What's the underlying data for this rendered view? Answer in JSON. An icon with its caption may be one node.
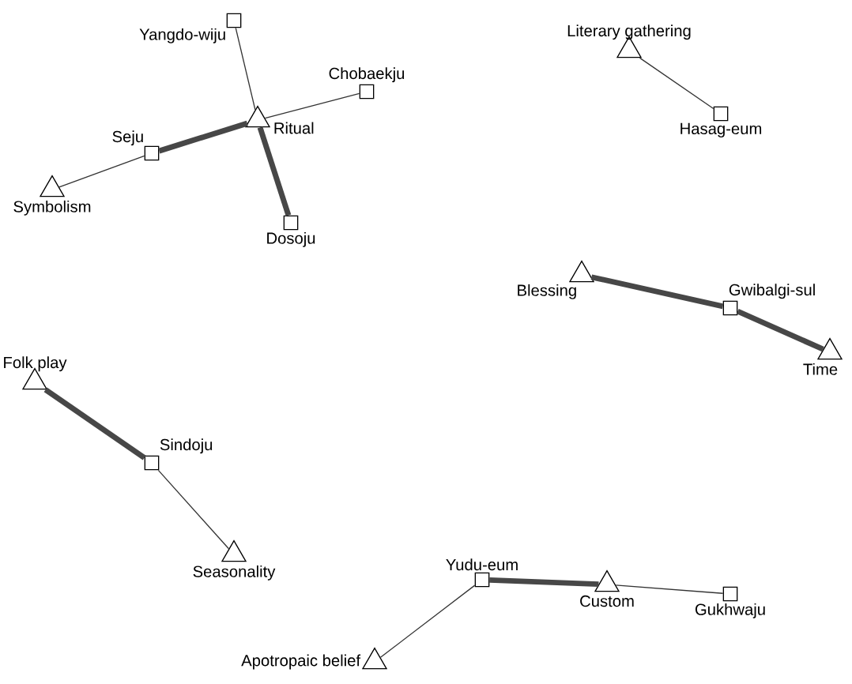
{
  "diagram": {
    "nodes": [
      {
        "text": [],
        "shape": "box",
        "beside": [
          "Yangdo-wiju"
        ]
      },
      {
        "text": [],
        "shape": "triangle",
        "beside": [
          "Ritual"
        ]
      },
      {
        "text": [],
        "shape": "box",
        "beside": [
          "Chobaekju"
        ]
      },
      {
        "text": [],
        "shape": "box",
        "beside": [
          "Seju"
        ]
      },
      {
        "text": [],
        "shape": "triangle",
        "beside": [
          "Symbolism"
        ]
      },
      {
        "text": [],
        "shape": "box",
        "beside": [
          "Dosoju"
        ]
      },
      {
        "text": [],
        "shape": "triangle",
        "beside": [
          "Literary gathering"
        ]
      },
      {
        "text": [],
        "shape": "box",
        "beside": [
          "Hasag-eum"
        ]
      },
      {
        "text": [],
        "shape": "triangle",
        "beside": [
          "Blessing"
        ]
      },
      {
        "text": [],
        "shape": "box",
        "beside": [
          "Gwibalgi-sul"
        ]
      },
      {
        "text": [],
        "shape": "triangle",
        "beside": [
          "Time"
        ]
      },
      {
        "text": [],
        "shape": "triangle",
        "beside": [
          "Folk play"
        ]
      },
      {
        "text": [],
        "shape": "box",
        "beside": [
          "Sindoju"
        ]
      },
      {
        "text": [],
        "shape": "triangle",
        "beside": [
          "Seasonality"
        ]
      },
      {
        "text": [],
        "shape": "box",
        "beside": [
          "Yudu-eum"
        ]
      },
      {
        "text": [],
        "shape": "triangle",
        "beside": [
          "Custom"
        ]
      },
      {
        "text": [],
        "shape": "box",
        "beside": [
          "Gukhwaju"
        ]
      },
      {
        "text": [],
        "shape": "triangle",
        "beside": [
          "Apotropaic belief"
        ]
      }
    ],
    "edges": [
      {
        "from": 0,
        "to": 1,
        "arrow": "none"
      },
      {
        "from": 1,
        "to": 2,
        "arrow": "none"
      },
      {
        "from": 3,
        "to": 1,
        "arrow": "none",
        "style": "thick"
      },
      {
        "from": 4,
        "to": 3,
        "arrow": "none"
      },
      {
        "from": 1,
        "to": 5,
        "arrow": "none",
        "style": "thick"
      },
      {
        "from": 6,
        "to": 7,
        "arrow": "none"
      },
      {
        "from": 8,
        "to": 9,
        "arrow": "none",
        "style": "thick"
      },
      {
        "from": 9,
        "to": 10,
        "arrow": "none",
        "style": "thick"
      },
      {
        "from": 11,
        "to": 12,
        "arrow": "none",
        "style": "thick"
      },
      {
        "from": 12,
        "to": 13,
        "arrow": "none"
      },
      {
        "from": 14,
        "to": 15,
        "arrow": "none",
        "style": "thick"
      },
      {
        "from": 15,
        "to": 16,
        "arrow": "none"
      },
      {
        "from": 17,
        "to": 14,
        "arrow": "none"
      }
    ]
  }
}
